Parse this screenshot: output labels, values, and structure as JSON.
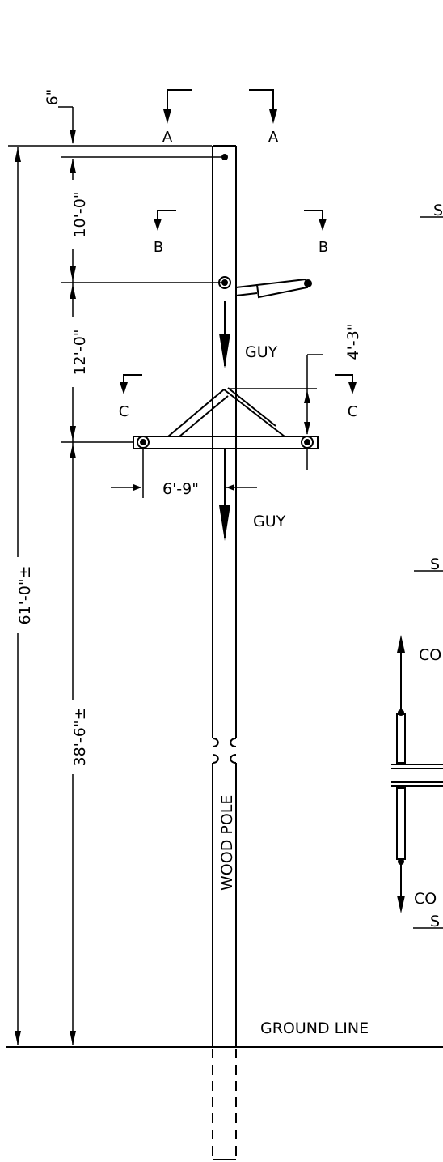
{
  "dimensions": {
    "top_offset": "6\"",
    "upper_span": "10'-0\"",
    "middle_span": "12'-0\"",
    "total_height": "61'-0\"±",
    "lower_span": "38'-6\"±",
    "arm_offset": "6'-9\"",
    "brace_height": "4'-3\""
  },
  "section_marks": {
    "a": "A",
    "b": "B",
    "c": "C"
  },
  "labels": {
    "guy_upper": "GUY",
    "guy_lower": "GUY",
    "wood_pole": "WOOD POLE",
    "ground_line": "GROUND LINE",
    "co_upper": "CO",
    "co_lower": "CO",
    "side_sec_1": "S",
    "side_sec_2": "S",
    "side_sec_3": "S"
  },
  "colors": {
    "line": "#000000",
    "background": "#ffffff"
  }
}
